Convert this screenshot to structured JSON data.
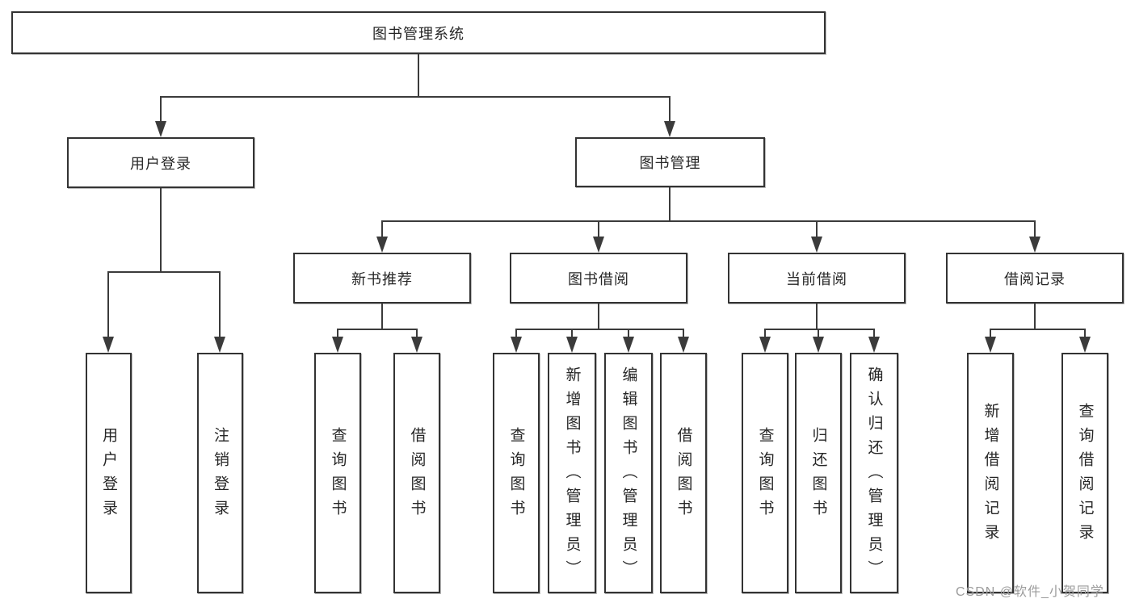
{
  "nodes": {
    "root": "图书管理系统",
    "user_login": "用户登录",
    "book_mgmt": "图书管理",
    "new_book_rec": "新书推荐",
    "book_borrow": "图书借阅",
    "current_borrow": "当前借阅",
    "borrow_record": "借阅记录",
    "leaf_user_login": "用户登录",
    "leaf_logout": "注销登录",
    "leaf_query_book_1": "查询图书",
    "leaf_borrow_book_1": "借阅图书",
    "leaf_query_book_2": "查询图书",
    "leaf_add_book": "新增图书（管理员）",
    "leaf_edit_book": "编辑图书（管理员）",
    "leaf_borrow_book_2": "借阅图书",
    "leaf_query_book_3": "查询图书",
    "leaf_return_book": "归还图书",
    "leaf_confirm_return": "确认归还（管理员）",
    "leaf_add_record": "新增借阅记录",
    "leaf_query_record": "查询借阅记录"
  },
  "edges": [
    [
      "root",
      "user_login"
    ],
    [
      "root",
      "book_mgmt"
    ],
    [
      "user_login",
      "leaf_user_login"
    ],
    [
      "user_login",
      "leaf_logout"
    ],
    [
      "book_mgmt",
      "new_book_rec"
    ],
    [
      "book_mgmt",
      "book_borrow"
    ],
    [
      "book_mgmt",
      "current_borrow"
    ],
    [
      "book_mgmt",
      "borrow_record"
    ],
    [
      "new_book_rec",
      "leaf_query_book_1"
    ],
    [
      "new_book_rec",
      "leaf_borrow_book_1"
    ],
    [
      "book_borrow",
      "leaf_query_book_2"
    ],
    [
      "book_borrow",
      "leaf_add_book"
    ],
    [
      "book_borrow",
      "leaf_edit_book"
    ],
    [
      "book_borrow",
      "leaf_borrow_book_2"
    ],
    [
      "current_borrow",
      "leaf_query_book_3"
    ],
    [
      "current_borrow",
      "leaf_return_book"
    ],
    [
      "current_borrow",
      "leaf_confirm_return"
    ],
    [
      "borrow_record",
      "leaf_add_record"
    ],
    [
      "borrow_record",
      "leaf_query_record"
    ]
  ],
  "watermark": "CSDN @软件_小贺同学",
  "colors": {
    "line": "#3b3b3b",
    "box_border": "#333333",
    "box_fill": "#ffffff",
    "text": "#262626",
    "background": "#ffffff",
    "watermark": "#9b9b9b"
  }
}
